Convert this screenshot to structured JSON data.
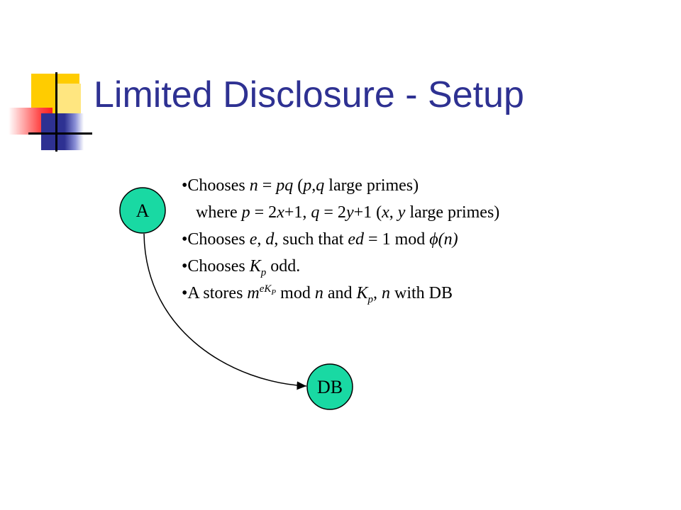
{
  "slide": {
    "title": "Limited Disclosure - Setup"
  },
  "diagram": {
    "node_a": "A",
    "node_db": "DB",
    "node_fill": "#19d9a3"
  },
  "bullets": {
    "b1": {
      "bullet": "•",
      "t1": "Chooses ",
      "n": "n",
      "eq": " = ",
      "pq": "pq",
      "paren_open": " (",
      "p": "p",
      "comma": ",",
      "q": "q",
      "rest": " large primes)"
    },
    "b2": {
      "where": "where ",
      "p": "p",
      "eq1": " = 2",
      "x": "x",
      "plus1": "+1, ",
      "q": "q",
      "eq2": " = 2",
      "y": "y",
      "plus2": "+1 (",
      "x2": "x",
      "sep": ", ",
      "y2": "y",
      "rest": " large primes)"
    },
    "b3": {
      "bullet": "•",
      "t1": "Chooses ",
      "e": "e",
      "comma": ", ",
      "d": "d",
      "t2": ", such that ",
      "ed": "ed",
      "t3": " = 1 mod ",
      "phi": "ϕ",
      "n": "(n)"
    },
    "b4": {
      "bullet": "•",
      "t1": "Chooses ",
      "K": "K",
      "sub": "p",
      "t2": " odd."
    },
    "b5": {
      "bullet": "•",
      "t1": "A stores ",
      "m": "m",
      "sup_e": "eK",
      "sup_sub": "P",
      "t2": " mod ",
      "n": "n",
      "t3": " and ",
      "K": "K",
      "sub": "p",
      "t4": ", ",
      "n2": "n",
      "t5": " with DB"
    }
  }
}
